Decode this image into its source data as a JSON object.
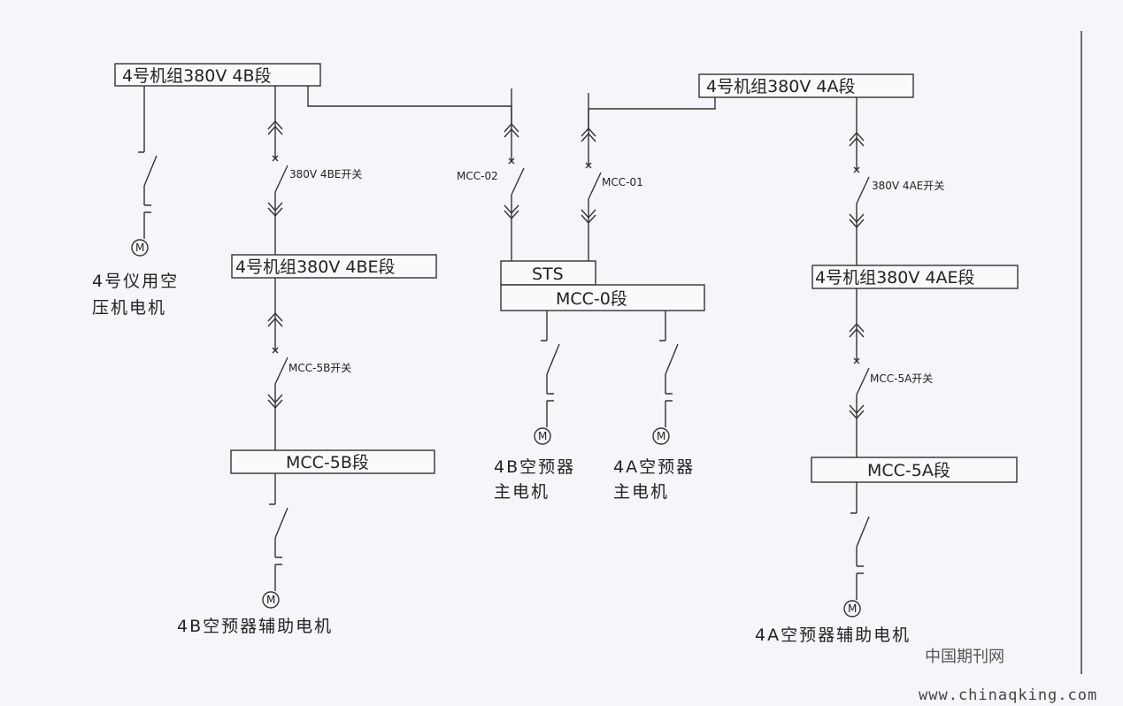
{
  "buses": {
    "b4B": "4号机组380V  4B段",
    "b4A": "4号机组380V  4A段",
    "b4BE": "4号机组380V  4BE段",
    "b4AE": "4号机组380V  4AE段",
    "sts": "STS",
    "mcc0": "MCC-0段",
    "mcc5B": "MCC-5B段",
    "mcc5A": "MCC-5A段"
  },
  "switches": {
    "s4BE": "380V  4BE开关",
    "mcc02": "MCC-02",
    "mcc01": "MCC-01",
    "s4AE": "380V  4AE开关",
    "mcc5B": "MCC-5B开关",
    "mcc5A": "MCC-5A开关"
  },
  "motor_symbol": "M",
  "loads": {
    "air_comp_line1": "4号仪用空",
    "air_comp_line2": "压机电机",
    "b_main_line1": "4B空预器",
    "b_main_line2": "主电机",
    "a_main_line1": "4A空预器",
    "a_main_line2": "主电机",
    "b_aux": "4B空预器辅助电机",
    "a_aux": "4A空预器辅助电机"
  },
  "watermark": {
    "cn": "中国期刊网",
    "url": "www.chinaqking.com"
  }
}
